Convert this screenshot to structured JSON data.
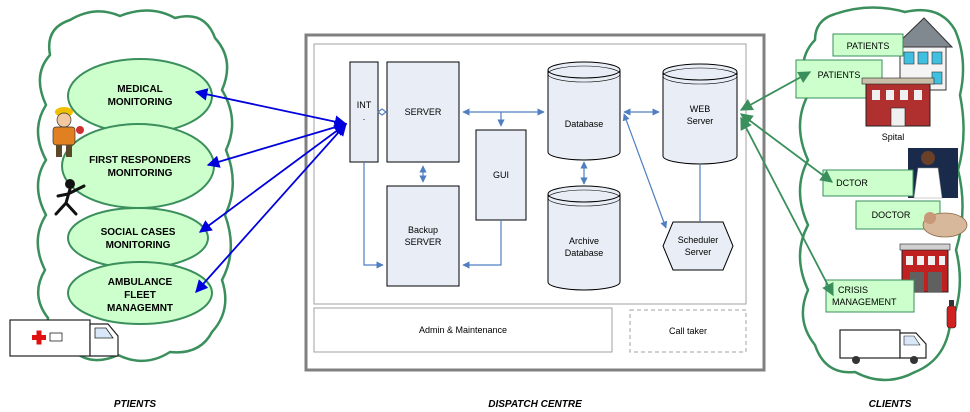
{
  "patients_side": {
    "modules": [
      {
        "line1": "MEDICAL",
        "line2": "MONITORING"
      },
      {
        "line1": "FIRST RESPONDERS",
        "line2": "MONITORING"
      },
      {
        "line1": "SOCIAL CASES",
        "line2": "MONITORING"
      },
      {
        "line1": "AMBULANCE",
        "line2": "FLEET",
        "line3": "MANAGEMNT"
      }
    ],
    "caption": "PTIENTS"
  },
  "dispatch_centre": {
    "int_label": "INT",
    "int_dot": ".",
    "server": "SERVER",
    "backup_line1": "Backup",
    "backup_line2": "SERVER",
    "gui": "GUI",
    "database": "Database",
    "archive_line1": "Archive",
    "archive_line2": "Database",
    "web_line1": "WEB",
    "web_line2": "Server",
    "scheduler_line1": "Scheduler",
    "scheduler_line2": "Server",
    "admin": "Admin & Maintenance",
    "call_taker": "Call taker",
    "caption": "DISPATCH CENTRE"
  },
  "clients_side": {
    "patients_1": "PATIENTS",
    "patients_2": "PATIENTS",
    "spital": "Spital",
    "doctor_1": "DCTOR",
    "doctor_2": "DOCTOR",
    "crisis_line1": "CRISIS",
    "crisis_line2": "MANAGEMENT",
    "caption": "CLIENTS"
  },
  "colors": {
    "cloud_stroke": "#3a8f5c",
    "module_fill": "#ccffcc",
    "box_fill": "#e9eef6",
    "blue_arrow": "#0000dd",
    "inner_arrow": "#4f7fc0",
    "frame": "#808080"
  }
}
